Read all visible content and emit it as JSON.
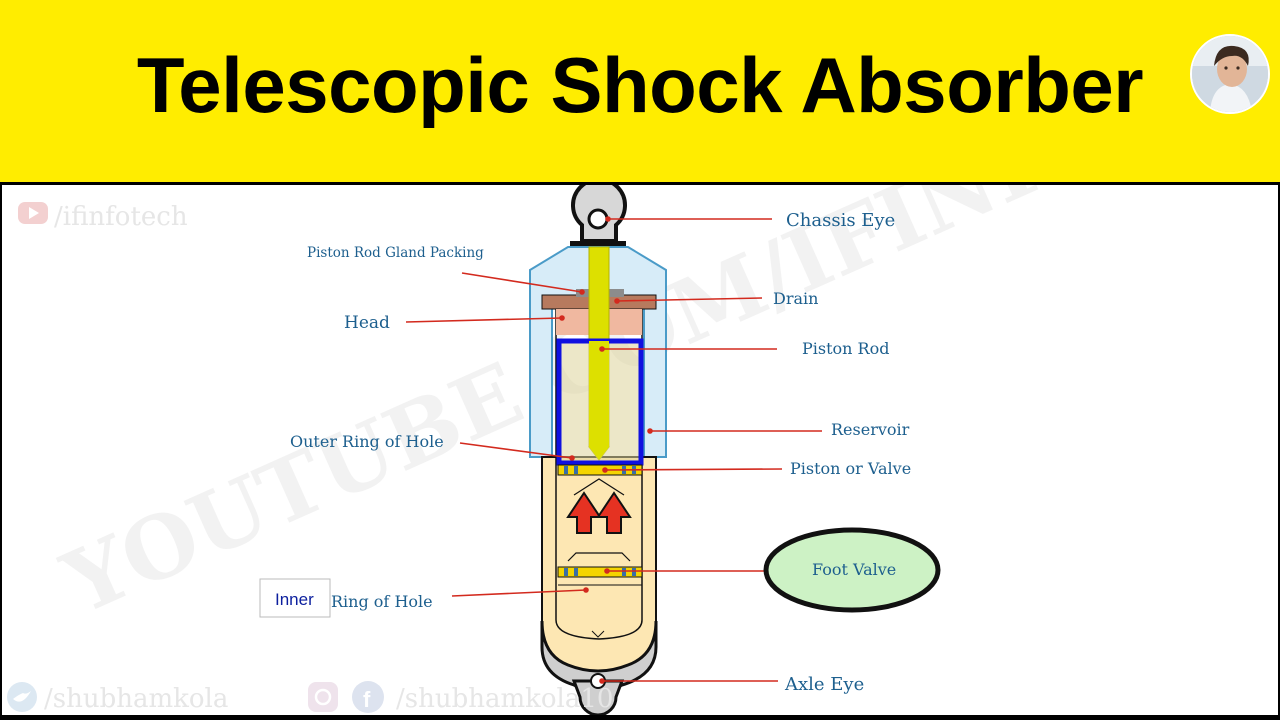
{
  "title": "Telescopic Shock Absorber",
  "watermark": {
    "channel": "/ifinfotech",
    "twitter": "/shubhamkola",
    "social": "/shubhamkola10",
    "big": "YOUTUBE.COM/IFINFOTECH"
  },
  "labels": {
    "chassis_eye": "Chassis Eye",
    "gland_packing": "Piston Rod Gland Packing",
    "drain": "Drain",
    "head": "Head",
    "piston_rod": "Piston Rod",
    "reservoir": "Reservoir",
    "outer_ring": "Outer Ring of Hole",
    "piston_valve": "Piston or Valve",
    "foot_valve": "Foot Valve",
    "inner_word": "Inner",
    "inner_rest": "Ring of Hole",
    "axle_eye": "Axle Eye"
  },
  "colors": {
    "banner": "#FFED00",
    "label": "#1d5f8e",
    "arrow": "#e53222",
    "oil": "#fde7b3",
    "reservoir_shell": "#d7ecf8",
    "highlight_box": "#1010e0",
    "foot_valve_fill": "#cdf2c5"
  },
  "icons": [
    "youtube-icon",
    "twitter-icon",
    "instagram-icon",
    "facebook-icon",
    "up-arrow-icon"
  ]
}
